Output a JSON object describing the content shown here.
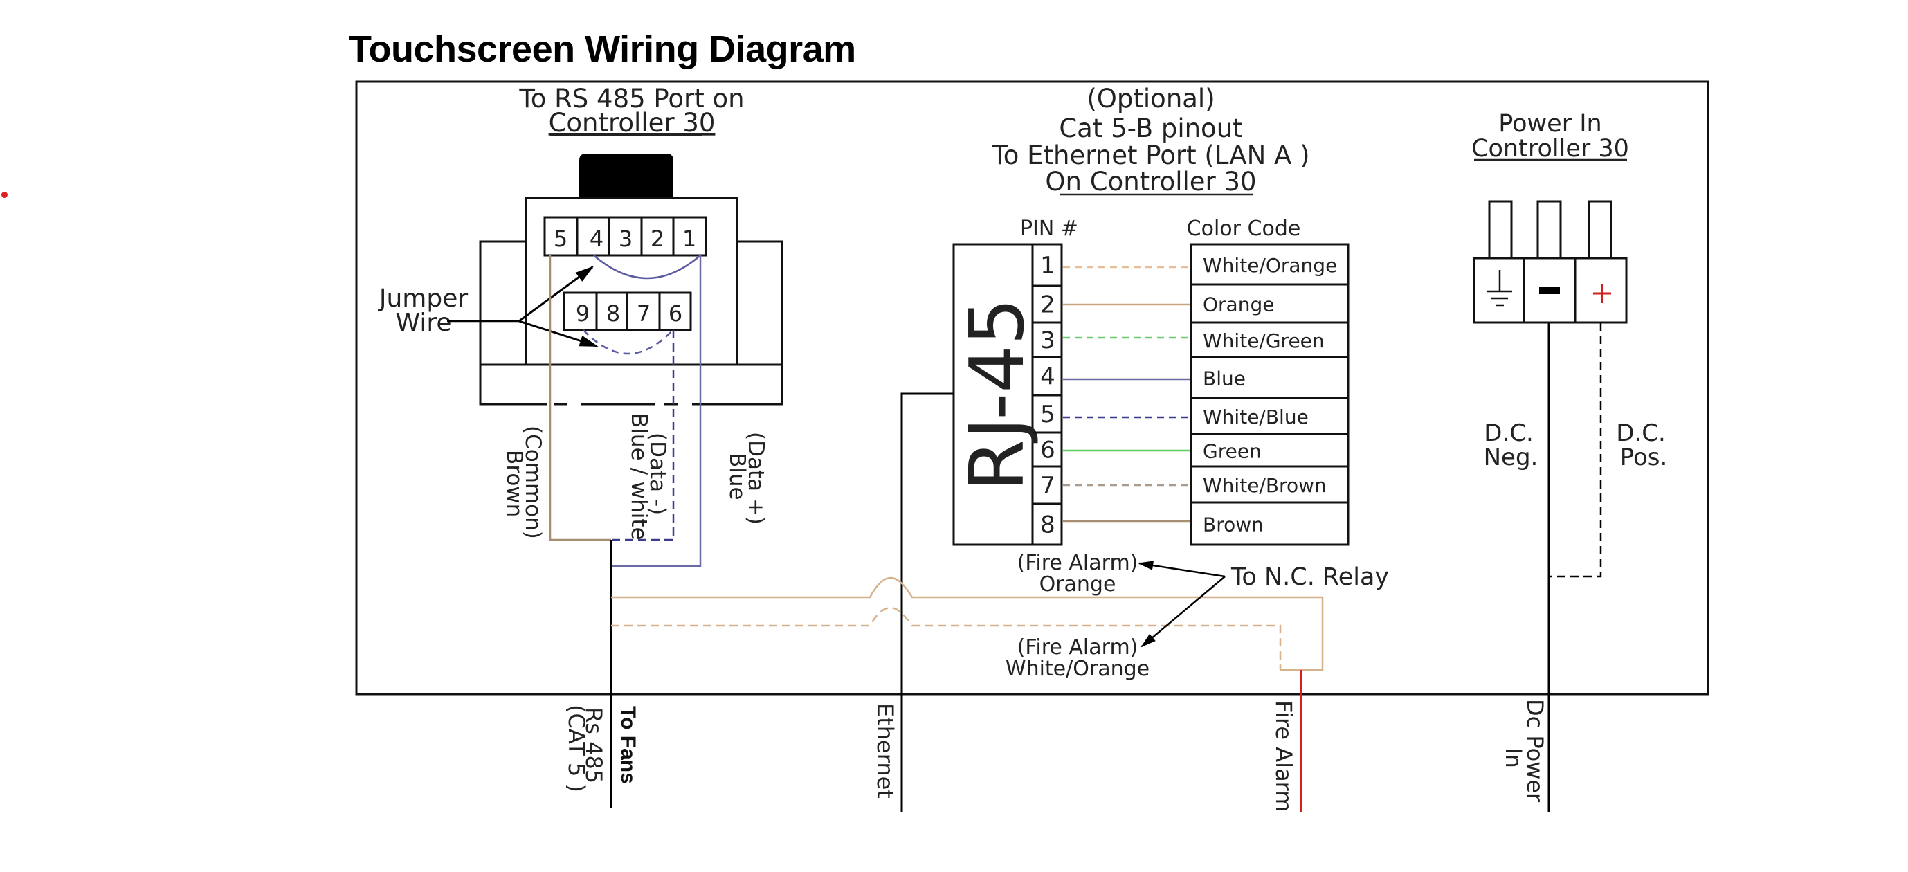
{
  "title": "Touchscreen Wiring Diagram",
  "colors": {
    "red_dot": "#e02020",
    "white_orange": "#e6bf9a",
    "orange": "#c9a47e",
    "white_green": "#6cc86c",
    "blue": "#6a6aa4",
    "white_blue": "#3c3c8c",
    "green": "#5ccc5c",
    "white_brown": "#a89a8c",
    "brown": "#a88e70",
    "fire_alarm": "#d02020",
    "plus_sign": "#d02020"
  },
  "rs485": {
    "heading_line1": "To RS 485 Port on",
    "heading_line2": "Controller 30",
    "top_pins": [
      "5",
      "4",
      "3",
      "2",
      "1"
    ],
    "bottom_pins": [
      "9",
      "8",
      "7",
      "6"
    ],
    "jumper_label_line1": "Jumper",
    "jumper_label_line2": "Wire",
    "wire_common_line1": "(Common)",
    "wire_common_line2": "Brown",
    "wire_data_minus_line1": "(Data -)",
    "wire_data_minus_line2": "Blue / white",
    "wire_data_plus_line1": "(Data +)",
    "wire_data_plus_line2": "Blue"
  },
  "ethernet": {
    "heading_line1": "(Optional)",
    "heading_line2": "Cat 5-B pinout",
    "heading_line3": "To Ethernet Port (LAN A )",
    "heading_line4": "On Controller 30",
    "pin_header": "PIN #",
    "color_header": "Color Code",
    "connector_label": "RJ-45",
    "pins": [
      {
        "pin": "1",
        "color": "White/Orange",
        "dashed": true,
        "swatch": "white_orange"
      },
      {
        "pin": "2",
        "color": "Orange",
        "dashed": false,
        "swatch": "orange"
      },
      {
        "pin": "3",
        "color": "White/Green",
        "dashed": true,
        "swatch": "white_green"
      },
      {
        "pin": "4",
        "color": "Blue",
        "dashed": false,
        "swatch": "blue"
      },
      {
        "pin": "5",
        "color": "White/Blue",
        "dashed": true,
        "swatch": "white_blue"
      },
      {
        "pin": "6",
        "color": "Green",
        "dashed": false,
        "swatch": "green"
      },
      {
        "pin": "7",
        "color": "White/Brown",
        "dashed": true,
        "swatch": "white_brown"
      },
      {
        "pin": "8",
        "color": "Brown",
        "dashed": false,
        "swatch": "brown"
      }
    ]
  },
  "power": {
    "heading_line1": "Power In",
    "heading_line2": "Controller 30",
    "terminals": [
      "ground",
      "negative",
      "positive"
    ],
    "minus_symbol": "−",
    "plus_symbol": "+",
    "neg_label_line1": "D.C.",
    "neg_label_line2": "Neg.",
    "pos_label_line1": "D.C.",
    "pos_label_line2": "Pos."
  },
  "fire_alarm": {
    "relay_label": "To N.C. Relay",
    "orange_line1": "(Fire Alarm)",
    "orange_line2": "Orange",
    "white_orange_line1": "(Fire Alarm)",
    "white_orange_line2": "White/Orange"
  },
  "outputs": {
    "rs485_line1": "Rs 485",
    "rs485_line2": "(CAT 5 )",
    "to_fans": "To Fans",
    "ethernet": "Ethernet",
    "fire_alarm": "Fire Alarm",
    "dc_power_line1": "Dc Power",
    "dc_power_line2": "In"
  }
}
